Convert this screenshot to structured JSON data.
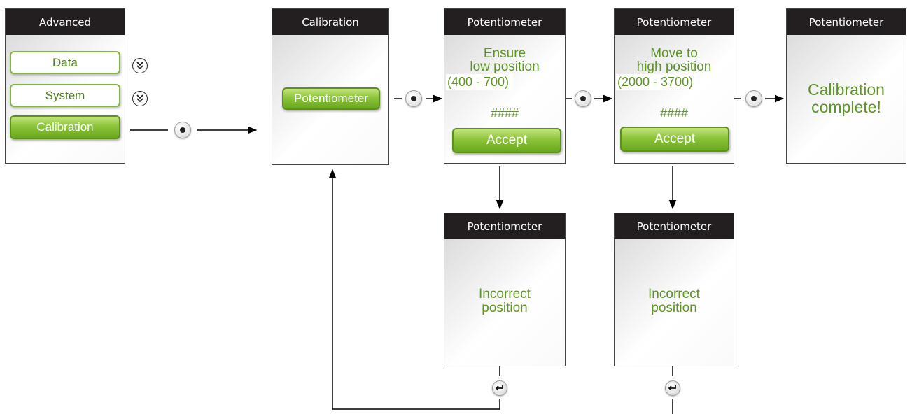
{
  "screens": {
    "advanced": {
      "title": "Advanced",
      "items": [
        {
          "label": "Data"
        },
        {
          "label": "System"
        },
        {
          "label": "Calibration"
        }
      ]
    },
    "calibration": {
      "title": "Calibration",
      "button": "Potentiometer"
    },
    "pot_low": {
      "title": "Potentiometer",
      "line1": "Ensure",
      "line2": "low position",
      "range": "(400 - 700)",
      "value": "####",
      "accept": "Accept"
    },
    "pot_high": {
      "title": "Potentiometer",
      "line1": "Move to",
      "line2": "high position",
      "range": "(2000 - 3700)",
      "value": "####",
      "accept": "Accept"
    },
    "pot_complete": {
      "title": "Potentiometer",
      "line1": "Calibration",
      "line2": "complete!"
    },
    "pot_err_low": {
      "title": "Potentiometer",
      "line1": "Incorrect",
      "line2": "position"
    },
    "pot_err_high": {
      "title": "Potentiometer",
      "line1": "Incorrect",
      "line2": "position"
    }
  },
  "icons": {
    "select": "select-button-icon",
    "scroll_down": "scroll-down-icon",
    "enter": "enter-return-icon"
  },
  "colors": {
    "header_bg": "#231f20",
    "accent_green": "#8cc43a",
    "text_green": "#5e9426"
  }
}
